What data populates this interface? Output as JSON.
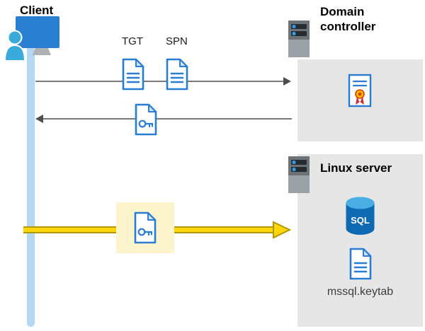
{
  "labels": {
    "client": "Client",
    "tgt": "TGT",
    "spn": "SPN",
    "domain_controller": "Domain controller",
    "linux_server": "Linux server",
    "sql": "SQL",
    "keytab_file": "mssql.keytab"
  },
  "icons": {
    "client": "computer-with-user-icon",
    "domain_controller": "server-icon",
    "linux_server": "server-icon",
    "tgt_request": "document-icon",
    "spn_request": "document-icon",
    "ticket_response": "key-document-icon",
    "service_ticket": "key-document-icon",
    "certificate": "certificate-icon",
    "database": "sql-database-icon",
    "keytab": "document-icon"
  },
  "colors": {
    "icon_blue": "#2b7cd3",
    "person_teal": "#38aadc",
    "lifeline_blue": "#b5d8f2",
    "box_gray": "#e6e6e6",
    "arrow_gray": "#4d4d4d",
    "ticket_yellow": "#ffd60a",
    "ticket_yellow_outline": "#b39700",
    "highlight_yellow": "#fcf4cb",
    "sql_blue": "#0f6ab4"
  }
}
